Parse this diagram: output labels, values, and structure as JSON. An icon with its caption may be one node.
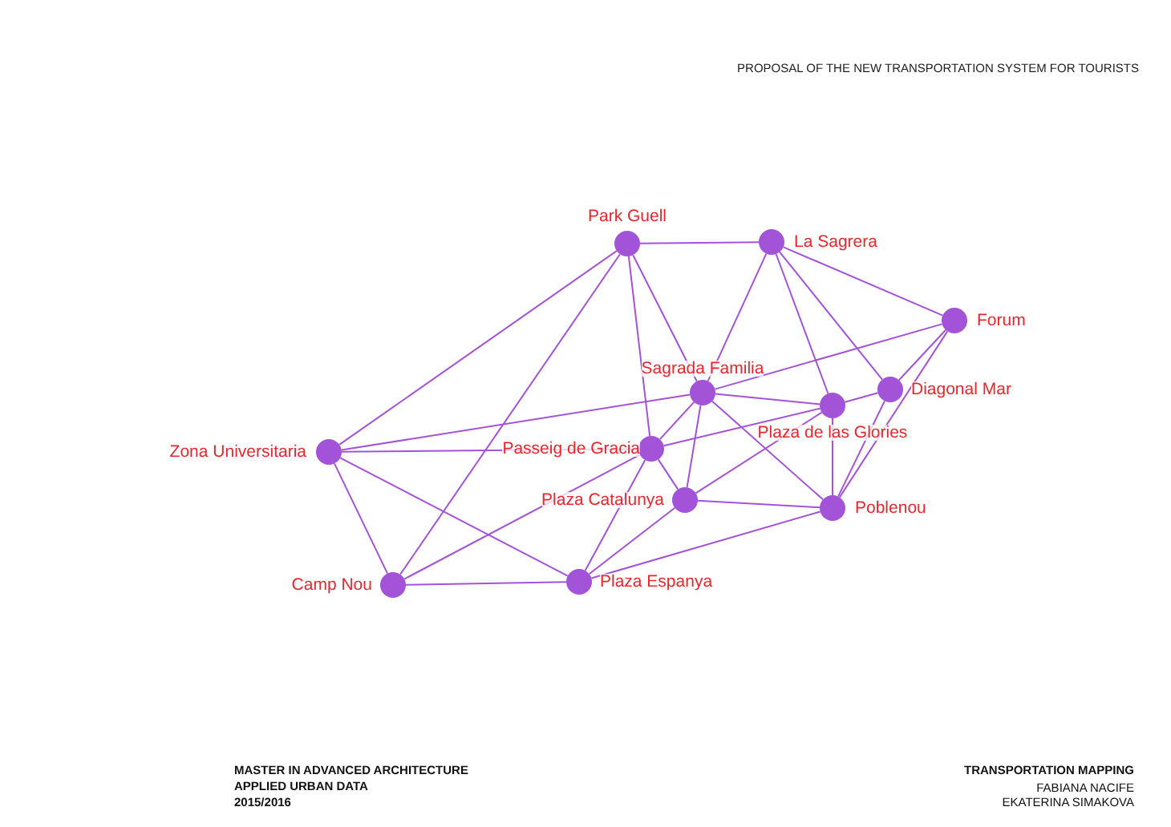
{
  "diagram": {
    "title": "PROPOSAL OF THE NEW TRANSPORTATION SYSTEM FOR TOURISTS",
    "nodes": [
      {
        "text": [],
        "shape": "circle",
        "beside": [
          "Park Guell"
        ]
      },
      {
        "text": [],
        "shape": "circle",
        "beside": [
          "La Sagrera"
        ]
      },
      {
        "text": [],
        "shape": "circle",
        "beside": [
          "Forum"
        ]
      },
      {
        "text": [],
        "shape": "circle",
        "beside": [
          "Sagrada Familia"
        ]
      },
      {
        "text": [],
        "shape": "circle",
        "beside": [
          "Diagonal Mar"
        ]
      },
      {
        "text": [],
        "shape": "circle",
        "beside": [
          "Plaza de las Glories"
        ]
      },
      {
        "text": [],
        "shape": "circle",
        "beside": [
          "Zona Universitaria"
        ]
      },
      {
        "text": [],
        "shape": "circle",
        "beside": [
          "Passeig de Gracia"
        ]
      },
      {
        "text": [],
        "shape": "circle",
        "beside": [
          "Plaza Catalunya"
        ]
      },
      {
        "text": [],
        "shape": "circle",
        "beside": [
          "Poblenou"
        ]
      },
      {
        "text": [],
        "shape": "circle",
        "beside": [
          "Camp Nou"
        ]
      },
      {
        "text": [],
        "shape": "circle",
        "beside": [
          "Plaza Espanya"
        ]
      }
    ],
    "edges": [
      {
        "from": 0,
        "to": 1,
        "arrow": "none"
      },
      {
        "from": 0,
        "to": 6,
        "arrow": "none"
      },
      {
        "from": 0,
        "to": 10,
        "arrow": "none"
      },
      {
        "from": 0,
        "to": 7,
        "arrow": "none"
      },
      {
        "from": 0,
        "to": 3,
        "arrow": "none"
      },
      {
        "from": 1,
        "to": 3,
        "arrow": "none"
      },
      {
        "from": 1,
        "to": 5,
        "arrow": "none"
      },
      {
        "from": 1,
        "to": 4,
        "arrow": "none"
      },
      {
        "from": 1,
        "to": 2,
        "arrow": "none"
      },
      {
        "from": 2,
        "to": 3,
        "arrow": "none"
      },
      {
        "from": 2,
        "to": 4,
        "arrow": "none"
      },
      {
        "from": 2,
        "to": 9,
        "arrow": "none"
      },
      {
        "from": 4,
        "to": 5,
        "arrow": "none"
      },
      {
        "from": 4,
        "to": 9,
        "arrow": "none"
      },
      {
        "from": 5,
        "to": 3,
        "arrow": "none"
      },
      {
        "from": 5,
        "to": 7,
        "arrow": "none"
      },
      {
        "from": 5,
        "to": 8,
        "arrow": "none"
      },
      {
        "from": 5,
        "to": 9,
        "arrow": "none"
      },
      {
        "from": 3,
        "to": 6,
        "arrow": "none"
      },
      {
        "from": 3,
        "to": 7,
        "arrow": "none"
      },
      {
        "from": 3,
        "to": 8,
        "arrow": "none"
      },
      {
        "from": 3,
        "to": 9,
        "arrow": "none"
      },
      {
        "from": 7,
        "to": 6,
        "arrow": "none"
      },
      {
        "from": 7,
        "to": 8,
        "arrow": "none"
      },
      {
        "from": 7,
        "to": 11,
        "arrow": "none"
      },
      {
        "from": 7,
        "to": 10,
        "arrow": "none"
      },
      {
        "from": 8,
        "to": 9,
        "arrow": "none"
      },
      {
        "from": 8,
        "to": 11,
        "arrow": "none"
      },
      {
        "from": 9,
        "to": 11,
        "arrow": "none"
      },
      {
        "from": 6,
        "to": 10,
        "arrow": "none"
      },
      {
        "from": 6,
        "to": 11,
        "arrow": "none"
      },
      {
        "from": 10,
        "to": 11,
        "arrow": "none"
      }
    ],
    "labels": [
      "MASTER IN ADVANCED ARCHITECTURE",
      "APPLIED URBAN DATA",
      "2015/2016",
      "TRANSPORTATION MAPPING",
      "FABIANA NACIFE",
      "EKATERINA SIMAKOVA"
    ]
  }
}
